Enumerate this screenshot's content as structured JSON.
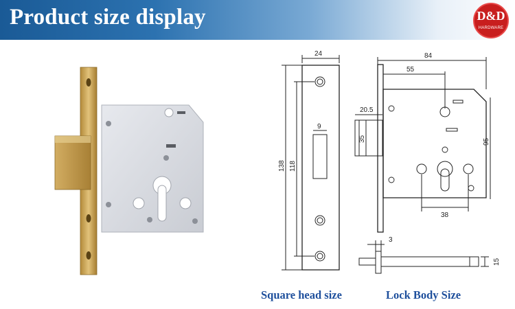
{
  "header": {
    "title": "Product size display",
    "logo": {
      "main": "D&D",
      "sub": "HARDWARE"
    }
  },
  "square_head": {
    "caption": "Square head size",
    "dims": {
      "width": "24",
      "slot_width": "9",
      "height_outer": "138",
      "height_inner": "118"
    }
  },
  "lock_body": {
    "caption": "Lock Body Size",
    "dims": {
      "overall_width": "84",
      "backset": "55",
      "bolt_projection": "20.5",
      "bolt_height": "35",
      "height": "95",
      "center_distance": "38",
      "faceplate_thickness": "3",
      "depth": "15"
    }
  },
  "colors": {
    "brass": "#c9a455",
    "body": "#dcdfe4",
    "banner": "#1a5a96",
    "caption": "#1e4f9c"
  }
}
